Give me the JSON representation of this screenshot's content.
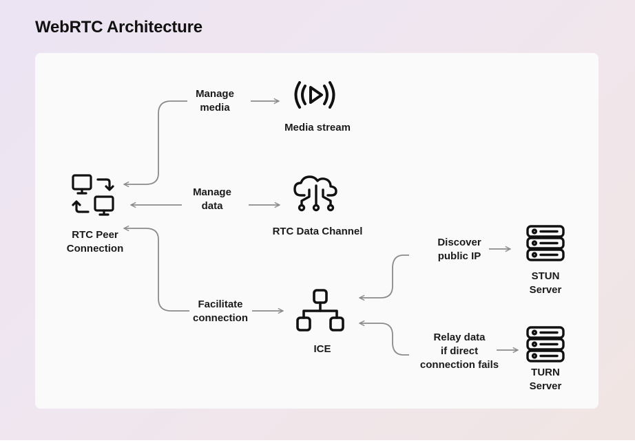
{
  "title": "WebRTC Architecture",
  "nodes": {
    "peer": {
      "line1": "RTC Peer",
      "line2": "Connection"
    },
    "media_stream": {
      "label": "Media stream"
    },
    "data_channel": {
      "label": "RTC Data Channel"
    },
    "ice": {
      "label": "ICE"
    },
    "stun": {
      "line1": "STUN",
      "line2": "Server"
    },
    "turn": {
      "line1": "TURN",
      "line2": "Server"
    }
  },
  "edges": {
    "manage_media": {
      "line1": "Manage",
      "line2": "media"
    },
    "manage_data": {
      "line1": "Manage",
      "line2": "data"
    },
    "facilitate": {
      "line1": "Facilitate",
      "line2": "connection"
    },
    "discover": {
      "line1": "Discover",
      "line2": "public IP"
    },
    "relay": {
      "line1": "Relay data",
      "line2": "if direct",
      "line3": "connection fails"
    }
  },
  "icons": {
    "peer": "computers-sync-icon",
    "media": "broadcast-play-icon",
    "data_channel": "cloud-network-icon",
    "ice": "hierarchy-icon",
    "stun": "server-stack-icon",
    "turn": "server-stack-icon"
  },
  "colors": {
    "connector": "#8a8a8a",
    "icon": "#111111",
    "card": "#fbfafb"
  }
}
